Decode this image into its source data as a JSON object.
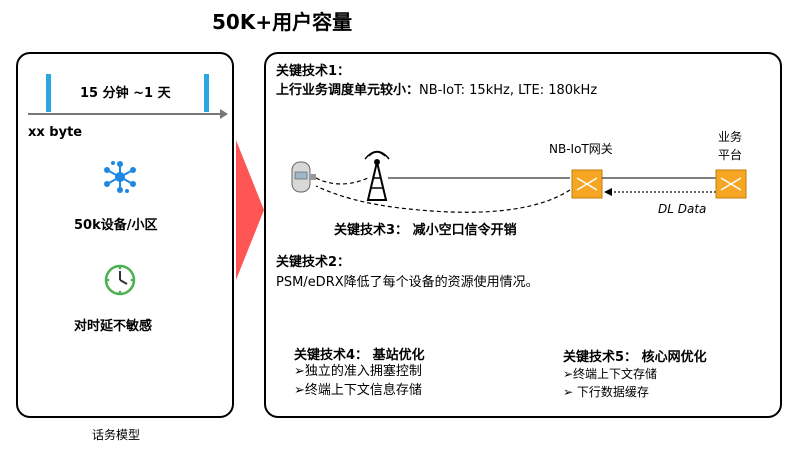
{
  "title": "50K+用户容量",
  "caption": "话务模型",
  "left_panel": {
    "interval_label": "15 分钟 ~1 天",
    "payload_label": "xx byte",
    "devices_label": "50k设备/小区",
    "latency_label": "对时延不敏感"
  },
  "right_panel": {
    "tech1_heading": "关键技术1：",
    "tech1_line_bold": "上行业务调度单元较小：",
    "tech1_line_value": "NB-IoT: 15kHz, LTE: 180kHz",
    "gateway_label": "NB-IoT网关",
    "platform_label_line1": "业务",
    "platform_label_line2": "平台",
    "dl_data_label": "DL Data",
    "tech3_text": "关键技术3： 减小空口信令开销",
    "tech2_heading": "关键技术2：",
    "tech2_text": "PSM/eDRX降低了每个设备的资源使用情况。",
    "tech4_heading": "关键技术4： 基站优化",
    "tech4_items": [
      "➢独立的准入拥塞控制",
      "➢终端上下文信息存储"
    ],
    "tech5_heading": "关键技术5： 核心网优化",
    "tech5_items": [
      "➢终端上下文存储",
      "➢ 下行数据缓存"
    ]
  },
  "colors": {
    "signal_bar": "#2aa7e0",
    "arrow_red": "#ff5555",
    "node_orange": "#f5a623",
    "cluster_blue": "#1e88e5",
    "clock_green": "#4caf50"
  }
}
